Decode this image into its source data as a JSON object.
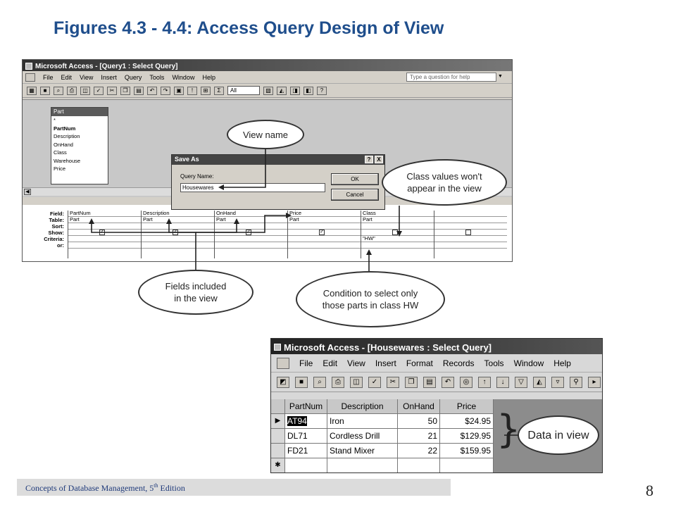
{
  "slide": {
    "title": "Figures 4.3 - 4.4: Access Query Design of View",
    "footer_text": "Concepts of Database Management, 5",
    "footer_sup": "th",
    "footer_suffix": " Edition",
    "page_number": "8"
  },
  "design_window": {
    "title": "Microsoft Access - [Query1 : Select Query]",
    "menu": [
      "File",
      "Edit",
      "View",
      "Insert",
      "Query",
      "Tools",
      "Window",
      "Help"
    ],
    "help_placeholder": "Type a question for help",
    "toolbar_combo": "All",
    "table_box": {
      "name": "Part",
      "fields": [
        "*",
        "PartNum",
        "Description",
        "OnHand",
        "Class",
        "Warehouse",
        "Price"
      ]
    },
    "grid": {
      "row_labels": [
        "Field:",
        "Table:",
        "Sort:",
        "Show:",
        "Criteria:",
        "or:"
      ],
      "columns": [
        {
          "field": "PartNum",
          "table": "Part",
          "show": true,
          "criteria": ""
        },
        {
          "field": "Description",
          "table": "Part",
          "show": true,
          "criteria": ""
        },
        {
          "field": "OnHand",
          "table": "Part",
          "show": true,
          "criteria": ""
        },
        {
          "field": "Price",
          "table": "Part",
          "show": true,
          "criteria": ""
        },
        {
          "field": "Class",
          "table": "Part",
          "show": false,
          "criteria": "\"HW\""
        },
        {
          "field": "",
          "table": "",
          "show": false,
          "criteria": ""
        }
      ]
    },
    "save_dialog": {
      "title": "Save As",
      "help_btn": "?",
      "close_btn": "X",
      "label": "Query Name:",
      "value": "Housewares",
      "ok": "OK",
      "cancel": "Cancel"
    }
  },
  "callouts": {
    "view_name": "View name",
    "class_values": "Class values won't appear in the view",
    "fields_included": "Fields included in the view",
    "condition": "Condition to select only those parts in class HW",
    "data_in_view": "Data in view"
  },
  "datasheet_window": {
    "title": "Microsoft Access - [Housewares : Select Query]",
    "menu": [
      "File",
      "Edit",
      "View",
      "Insert",
      "Format",
      "Records",
      "Tools",
      "Window",
      "Help"
    ],
    "headers": [
      "PartNum",
      "Description",
      "OnHand",
      "Price"
    ],
    "rows": [
      [
        "AT94",
        "Iron",
        "50",
        "$24.95"
      ],
      [
        "DL71",
        "Cordless Drill",
        "21",
        "$129.95"
      ],
      [
        "FD21",
        "Stand Mixer",
        "22",
        "$159.95"
      ]
    ],
    "current_row_marker": "▶",
    "new_row_marker": "✱"
  },
  "colors": {
    "title": "#1f4e8c",
    "footer_bg": "#dcdcdc",
    "titlebar": "#333333"
  }
}
